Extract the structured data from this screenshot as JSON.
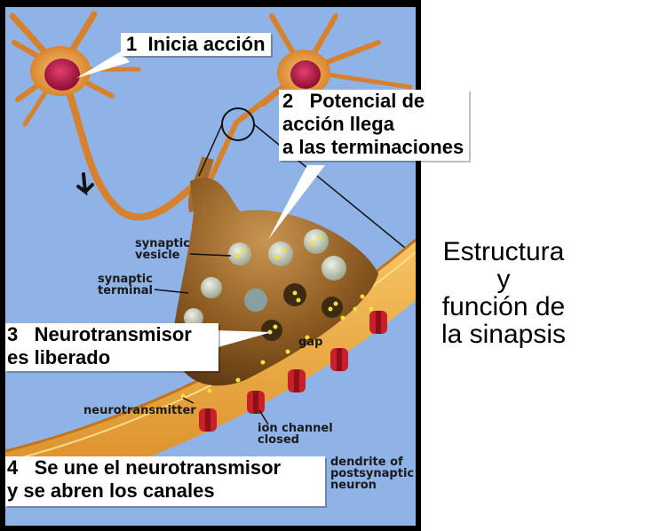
{
  "callouts": {
    "step1": {
      "lines": [
        "1  Inicia acción"
      ]
    },
    "step2": {
      "lines": [
        "2   Potencial de",
        "acción llega",
        "a las terminaciones"
      ]
    },
    "step3": {
      "lines": [
        "3   Neurotransmisor",
        "es liberado"
      ]
    },
    "step4": {
      "lines": [
        "4   Se une el neurotransmisor",
        "y se abren los canales"
      ]
    }
  },
  "labels": {
    "synaptic_vesicle": [
      "synaptic",
      "vesicle"
    ],
    "synaptic_terminal": [
      "synaptic",
      "terminal"
    ],
    "gap": [
      "gap"
    ],
    "neurotransmitter": [
      "neurotransmitter"
    ],
    "ion_channel_closed": [
      "ion channel",
      "closed"
    ],
    "dendrite": [
      "dendrite of",
      "postsynaptic",
      "neuron"
    ]
  },
  "title": {
    "lines": [
      "Estructura",
      "y",
      "función de",
      "la sinapsis"
    ]
  },
  "colors": {
    "background": "#8fb3e6",
    "neuron_body": "#e8a04a",
    "nucleus": "#b0123e",
    "terminal": "#8a5a1e",
    "dendrite_band": "#e9a23d",
    "receptor": "#c8202a",
    "neurotransmitter_dot": "#f2e23a"
  }
}
